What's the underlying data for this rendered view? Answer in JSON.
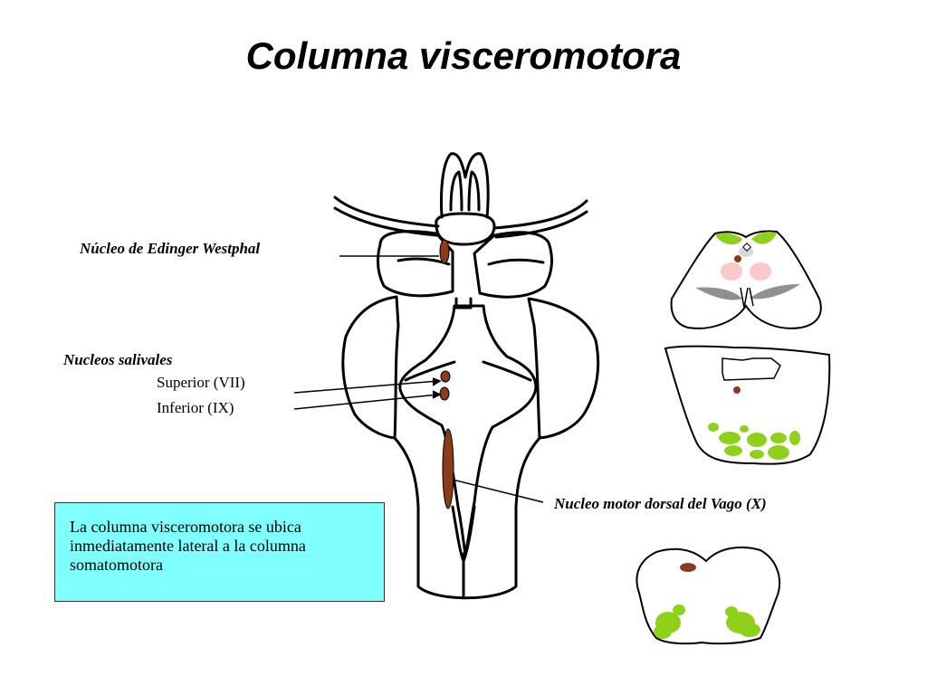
{
  "title": "Columna visceromotora",
  "labels": {
    "edinger": "Núcleo de Edinger Westphal",
    "salivales": "Nucleos salivales",
    "superior": "Superior (VII)",
    "inferior": "Inferior (IX)",
    "vago": "Nucleo motor dorsal del Vago (X)"
  },
  "note": {
    "lines": [
      "La columna visceromotora se ubica",
      "inmediatamente lateral a la columna",
      "somatomotora"
    ]
  },
  "colors": {
    "nucleus": "#8b3a1a",
    "green": "#8fd11a",
    "pink": "#f9c8c8",
    "gray": "#909090",
    "note_bg": "#80ffff"
  }
}
